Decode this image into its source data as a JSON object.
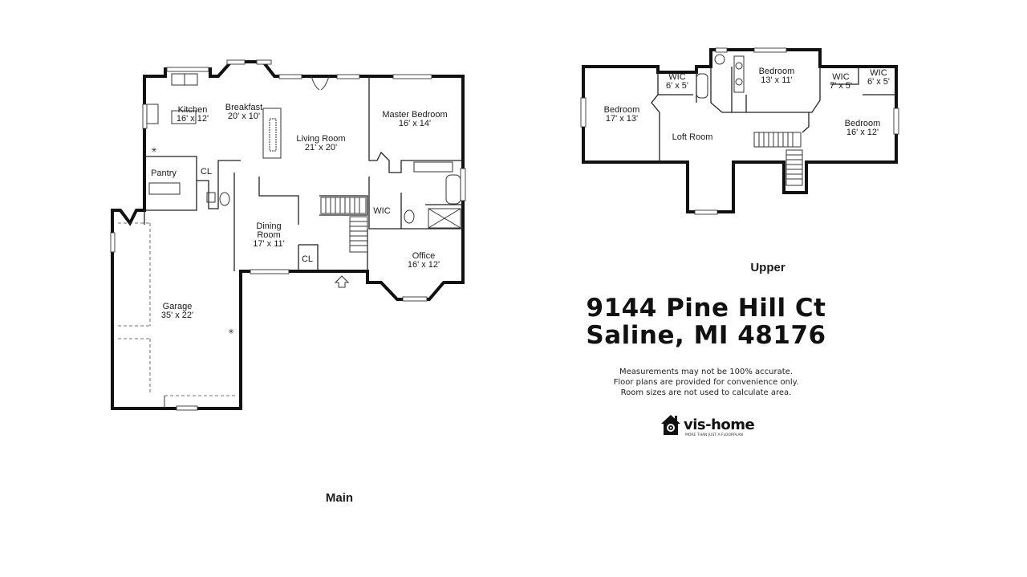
{
  "floors": {
    "main": {
      "label": "Main",
      "rooms": [
        {
          "name": "Kitchen",
          "dims": "16' x 12'"
        },
        {
          "name": "Breakfast",
          "dims": "20' x 10'"
        },
        {
          "name": "Living Room",
          "dims": "21' x 20'"
        },
        {
          "name": "Master Bedroom",
          "dims": "16' x 14'"
        },
        {
          "name": "Pantry",
          "dims": ""
        },
        {
          "name": "CL",
          "dims": ""
        },
        {
          "name": "WIC",
          "dims": ""
        },
        {
          "name": "Dining Room",
          "dims": "17' x 11'"
        },
        {
          "name": "CL",
          "dims": ""
        },
        {
          "name": "Office",
          "dims": "16' x 12'"
        },
        {
          "name": "Garage",
          "dims": "35' x 22'"
        }
      ]
    },
    "upper": {
      "label": "Upper",
      "rooms": [
        {
          "name": "Bedroom",
          "dims": "17' x 13'"
        },
        {
          "name": "WIC",
          "dims": "6' x 5'"
        },
        {
          "name": "Loft Room",
          "dims": ""
        },
        {
          "name": "Bedroom",
          "dims": "13' x 11'"
        },
        {
          "name": "WIC",
          "dims": "7' x 5'"
        },
        {
          "name": "WIC",
          "dims": "6' x 5'"
        },
        {
          "name": "Bedroom",
          "dims": "16' x 12'"
        }
      ]
    }
  },
  "address": {
    "line1": "9144 Pine Hill Ct",
    "line2": "Saline, MI 48176"
  },
  "disclaimer": [
    "Measurements may not be 100% accurate.",
    "Floor plans are provided for convenience only.",
    "Room sizes are not used to calculate area."
  ],
  "brand": {
    "name": "vis-home",
    "tagline": "MORE THAN JUST A FLOORPLAN",
    "icon": "house-camera-icon"
  },
  "colors": {
    "wall": "#111111",
    "background": "#ffffff"
  }
}
